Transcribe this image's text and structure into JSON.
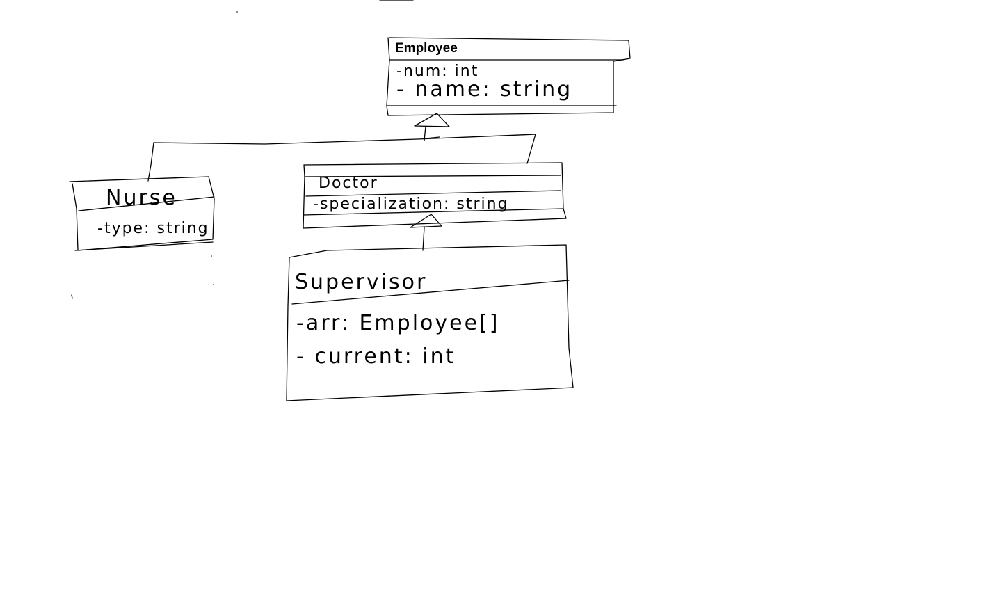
{
  "diagram": {
    "classes": {
      "employee": {
        "name": "Employee",
        "attributes": [
          "-num: int",
          "- name: string"
        ]
      },
      "nurse": {
        "name": "Nurse",
        "attributes": [
          "-type: string"
        ]
      },
      "doctor": {
        "name": "Doctor",
        "attributes": [
          "-specialization: string"
        ]
      },
      "supervisor": {
        "name": "Supervisor",
        "attributes": [
          "-arr: Employee[]",
          "- current: int"
        ]
      }
    }
  }
}
